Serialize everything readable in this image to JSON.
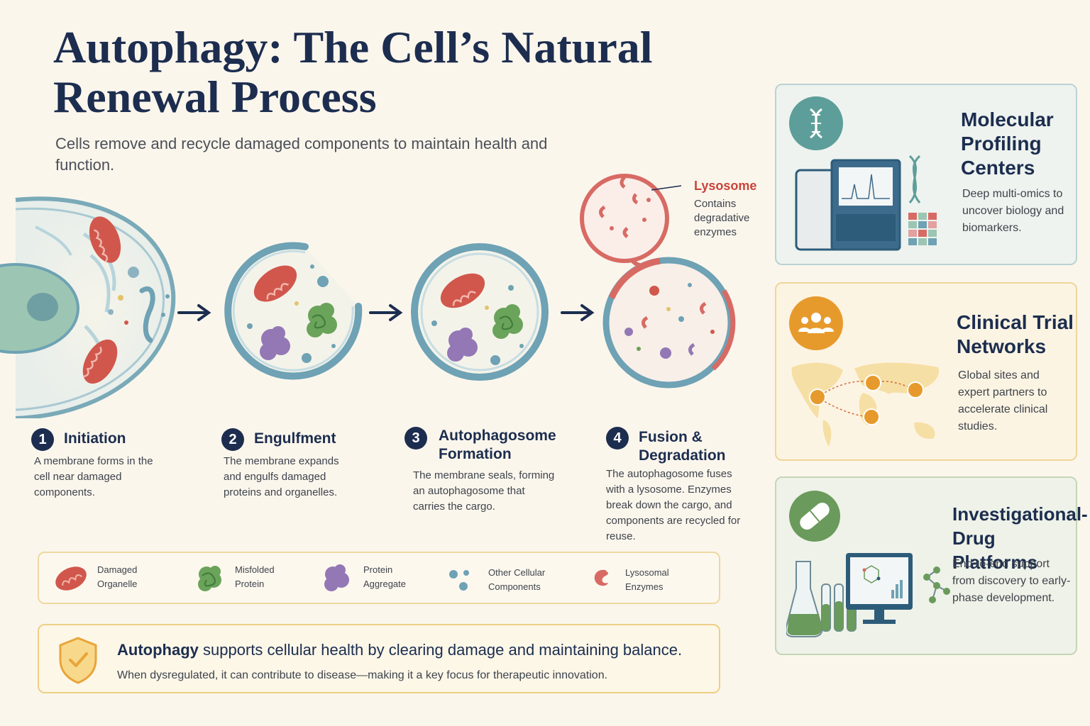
{
  "header": {
    "title": "Autophagy: The Cell’s Natural Renewal Process",
    "subtitle": "Cells remove and recycle damaged components to maintain health and function."
  },
  "lysosome": {
    "label": "Lysosome",
    "description": "Contains degradative enzymes"
  },
  "steps": [
    {
      "number": "1",
      "title": "Initiation",
      "description": "A membrane forms in the cell near damaged components."
    },
    {
      "number": "2",
      "title": "Engulfment",
      "description": "The membrane expands and engulfs damaged proteins and organelles."
    },
    {
      "number": "3",
      "title": "Autophagosome Formation",
      "description": "The membrane seals, forming an autophagosome that carries the cargo."
    },
    {
      "number": "4",
      "title": "Fusion & Degradation",
      "description": "The autophagosome fuses with a lysosome. Enzymes break down the cargo, and components are recycled for reuse."
    }
  ],
  "legend": [
    {
      "label": "Damaged Organelle",
      "icon": "mitochondrion-icon"
    },
    {
      "label": "Misfolded Protein",
      "icon": "misfolded-protein-icon"
    },
    {
      "label": "Protein Aggregate",
      "icon": "protein-aggregate-icon"
    },
    {
      "label": "Other Cellular Components",
      "icon": "dots-icon"
    },
    {
      "label": "Lysosomal Enzymes",
      "icon": "enzyme-icon"
    }
  ],
  "summary": {
    "headline_bold": "Autophagy",
    "headline_rest": " supports cellular health by clearing damage and maintaining balance.",
    "subline": "When dysregulated, it can contribute to disease—making it a key focus for therapeutic innovation.",
    "icon": "shield-check-icon"
  },
  "cards": [
    {
      "title": "Molecular Profiling Centers",
      "description": "Deep multi-omics to uncover biology and biomarkers.",
      "icon": "dna-icon",
      "accent": "#5d9e9a"
    },
    {
      "title": "Clinical Trial Networks",
      "description": "Global sites and expert partners to accelerate clinical studies.",
      "icon": "people-icon",
      "accent": "#e79a2c"
    },
    {
      "title": "Investigational-Drug Platforms",
      "description": "End-to-end support from discovery to early-phase development.",
      "icon": "pill-icon",
      "accent": "#6a9a5c"
    }
  ],
  "colors": {
    "navy": "#1c2d4f",
    "membrane": "#6ea2b4",
    "organelle": "#d1574c",
    "misfolded": "#6aa35a",
    "aggregate": "#9378b5",
    "lysosome": "#d86a64"
  }
}
